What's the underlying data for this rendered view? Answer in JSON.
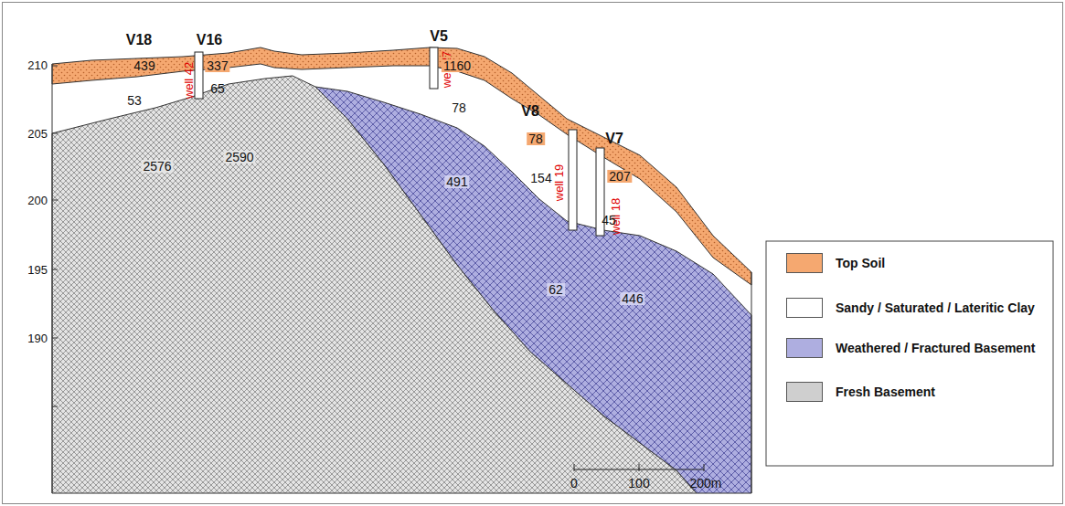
{
  "diagram": {
    "labels": [
      "V18",
      "V16",
      "V5",
      "V8",
      "V7",
      "well 42",
      "well 27",
      "well 19",
      "well 18",
      "439",
      "337",
      "1160",
      "53",
      "65",
      "78",
      "78",
      "154",
      "207",
      "45",
      "2576",
      "2590",
      "491",
      "62",
      "446",
      "210",
      "205",
      "200",
      "195",
      "190",
      "0",
      "100",
      "200m"
    ],
    "legend": [
      {
        "text": "Top Soil",
        "color": "#f5a870"
      },
      {
        "text": "Sandy / Saturated / Lateritic Clay",
        "color": "#ffffff"
      },
      {
        "text": "Weathered / Fractured Basement",
        "color": "#aeaee0"
      },
      {
        "text": "Fresh Basement",
        "color": "#cfcfcf"
      }
    ]
  }
}
